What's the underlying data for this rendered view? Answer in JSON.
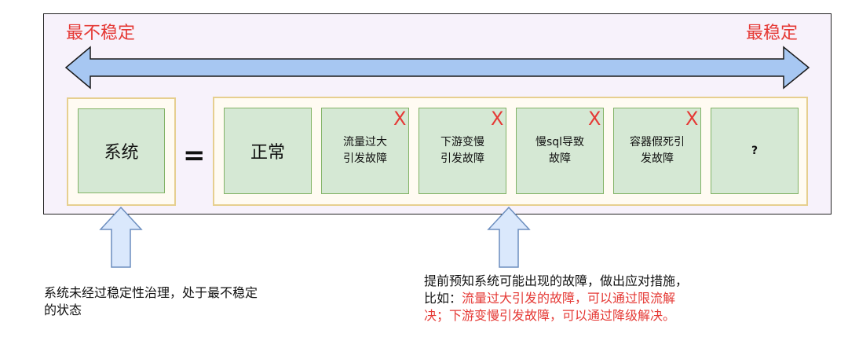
{
  "diagram": {
    "left_label": "最不稳定",
    "right_label": "最稳定",
    "system_box": "系统",
    "equals": "=",
    "boxes": [
      {
        "text": "正常",
        "failed": false
      },
      {
        "text": "流量过大\n引发故障",
        "failed": true
      },
      {
        "text": "下游变慢\n引发故障",
        "failed": true
      },
      {
        "text": "慢sql导致\n故障",
        "failed": true
      },
      {
        "text": "容器假死引\n发故障",
        "failed": true
      },
      {
        "text": "?",
        "failed": false
      }
    ],
    "x_mark": "X",
    "note_left": "系统未经过稳定性治理，处于最不稳定\n的状态",
    "note_right_1": "提前预知系统可能出现的故障，做出应对措施，",
    "note_right_2": "比如：",
    "note_right_3": "流量过大引发的故障，可以通过限流解",
    "note_right_4": "决；下游变慢引发故障，可以通过降级解决。"
  },
  "colors": {
    "accent_red": "#e53935",
    "arrow_fill": "#dae8fc",
    "arrow_stroke": "#6c8ebf",
    "box_fill": "#d5e8d4",
    "box_stroke": "#82b366",
    "group_stroke": "#e6cf8f"
  }
}
